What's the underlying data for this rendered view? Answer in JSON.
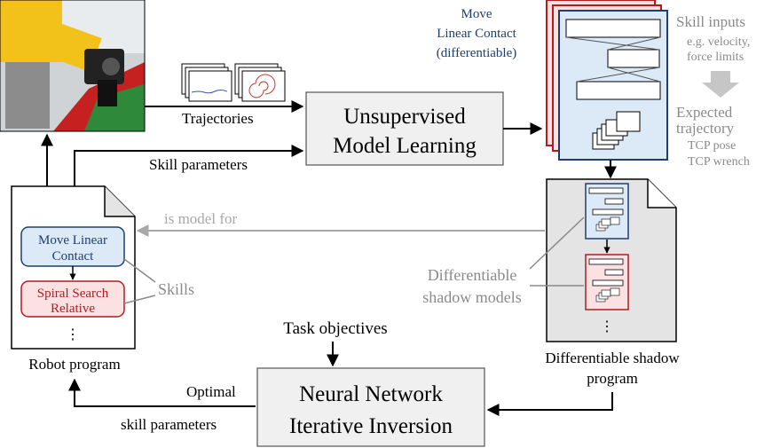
{
  "labels": {
    "trajectories": "Trajectories",
    "skill_parameters": "Skill parameters",
    "unsupervised_line1": "Unsupervised",
    "unsupervised_line2": "Model Learning",
    "move_lc_line1": "Move",
    "move_lc_line2": "Linear Contact",
    "move_lc_line3": "(differentiable)",
    "skill_inputs_title": "Skill inputs",
    "skill_inputs_line2": "e.g. velocity,",
    "skill_inputs_line3": "force limits",
    "expected_line1": "Expected",
    "expected_line2": "trajectory",
    "tcp_pose": "TCP pose",
    "tcp_wrench": "TCP wrench",
    "is_model_for": "is model for",
    "skill_move_line1": "Move Linear",
    "skill_move_line2": "Contact",
    "skill_spiral_line1": "Spiral Search",
    "skill_spiral_line2": "Relative",
    "skills": "Skills",
    "robot_program": "Robot program",
    "diff_shadow_models_line1": "Differentiable",
    "diff_shadow_models_line2": "shadow models",
    "diff_shadow_program_line1": "Differentiable shadow",
    "diff_shadow_program_line2": "program",
    "task_objectives": "Task objectives",
    "nn_line1": "Neural Network",
    "nn_line2": "Iterative Inversion",
    "optimal": "Optimal",
    "optimal_skill_parameters": "skill parameters",
    "ellipsis": "⋮"
  },
  "colors": {
    "blue_dark": "#1f3d6e",
    "blue_fill": "#dce9f7",
    "red_dark": "#b01c20",
    "red_fill": "#fbe1e1",
    "gray_text": "#8a8a8a",
    "box_fill": "#f0f0f0",
    "shadow_doc_fill": "#e4e4e4"
  }
}
